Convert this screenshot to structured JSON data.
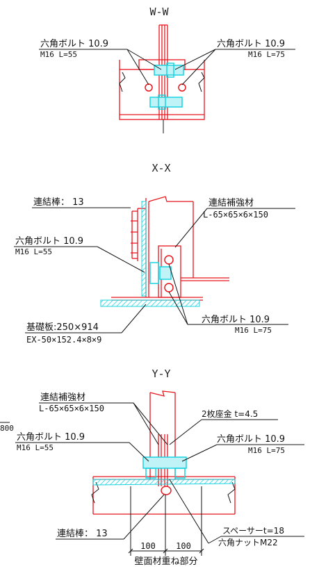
{
  "sections": {
    "ww": {
      "title": "W-W",
      "bolt_left_name": "六角ボルト 10.9",
      "bolt_left_size": "M16 L=55",
      "bolt_right_name": "六角ボルト 10.9",
      "bolt_right_size": "M16 L=75"
    },
    "xx": {
      "title": "X-X",
      "tie_bar": "連結棒： 13",
      "stiffener_name": "連結補強材",
      "stiffener_size": "L-65×65×6×150",
      "bolt_left_name": "六角ボルト 10.9",
      "bolt_left_size": "M16 L=55",
      "bolt_right_name": "六角ボルト 10.9",
      "bolt_right_size": "M16 L=75",
      "base_name": "基礎板:250×914",
      "base_size": "EX-50×152.4×8×9"
    },
    "yy": {
      "title": "Y-Y",
      "stiffener_name": "連結補強材",
      "stiffener_size": "L-65×65×6×150",
      "washer": "2枚座金 t=4.5",
      "bolt_left_name": "六角ボルト 10.9",
      "bolt_left_size": "M16 L=55",
      "bolt_right_name": "六角ボルト 10.9",
      "bolt_right_size": "M16 L=75",
      "tie_bar": "連結棒： 13",
      "spacer": "スペーサーt=18",
      "nut": "六角ナットM22",
      "dim_left": "100",
      "dim_right": "100",
      "overlap": "壁面材重ね部分"
    },
    "edge_fragment": "800"
  },
  "colors": {
    "steel": "#e8141c",
    "bolt": "#19d3e0",
    "text": "#111111"
  }
}
